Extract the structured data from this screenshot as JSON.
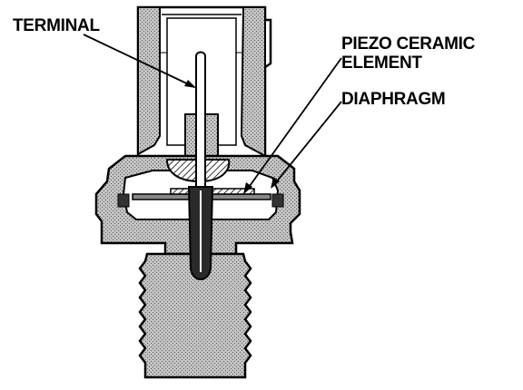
{
  "labels": {
    "terminal": "TERMINAL",
    "piezo_element": "PIEZO CERAMIC\nELEMENT",
    "diaphragm": "DIAPHRAGM"
  },
  "colors": {
    "ink": "#000000",
    "paper": "#ffffff",
    "body_fill": "#bdbdbd",
    "cavity_fill": "#ffffff",
    "terminal_fill": "#2a2a2a"
  }
}
